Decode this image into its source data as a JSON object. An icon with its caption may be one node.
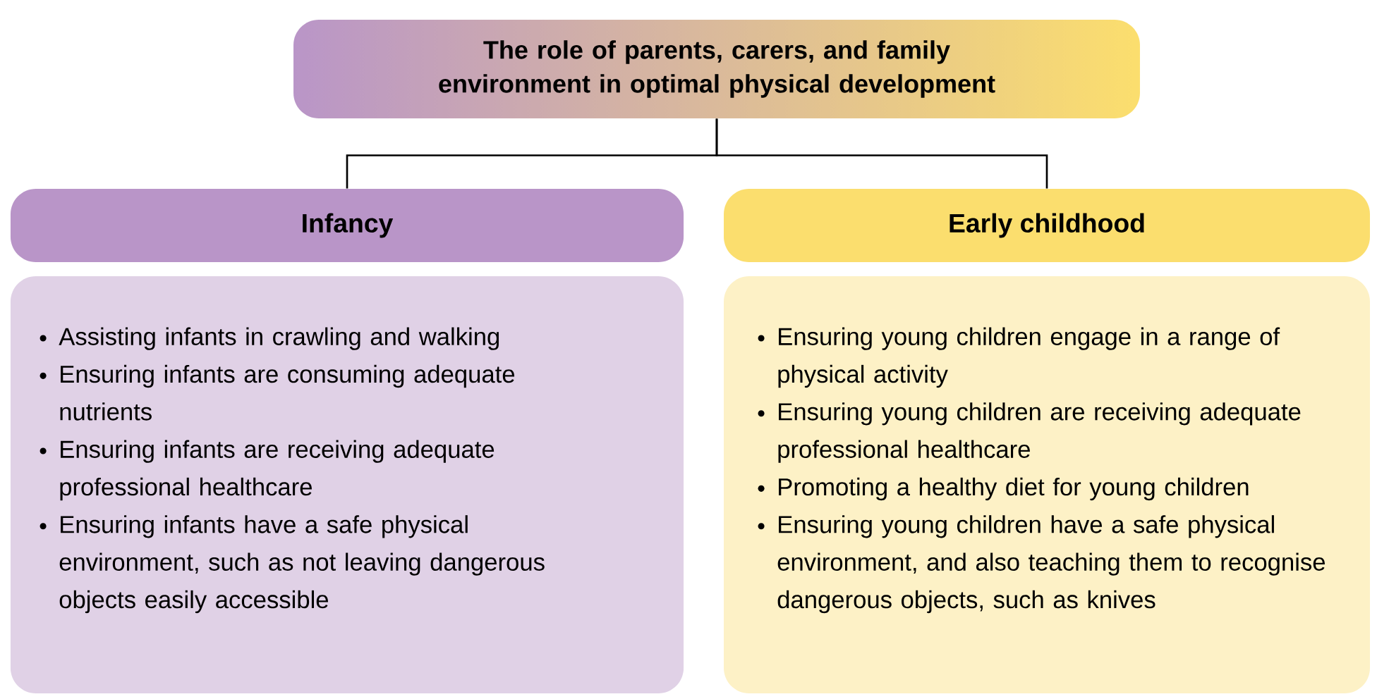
{
  "diagram": {
    "nodes": [
      {
        "text": [
          "The role of parents, carers, and family environment in optimal physical development"
        ]
      },
      {
        "text": [
          "Infancy"
        ]
      },
      {
        "text": [
          "Early childhood"
        ]
      },
      {
        "text": [
          "Assisting infants in crawling and walking",
          "Ensuring infants are consuming adequate nutrients",
          "Ensuring infants are receiving adequate professional healthcare",
          "Ensuring infants have a safe physical environment, such as not leaving dangerous objects easily accessible"
        ]
      },
      {
        "text": [
          "Ensuring young children engage in a range of physical activity",
          "Ensuring young children are receiving adequate professional healthcare",
          "Promoting a healthy diet for young children",
          "Ensuring young children have a safe physical environment, and also teaching them to recognise dangerous objects, such as knives"
        ]
      }
    ],
    "edges": [
      {
        "from": 0,
        "to": 1,
        "arrow": "none"
      },
      {
        "from": 0,
        "to": 2,
        "arrow": "none"
      }
    ]
  }
}
